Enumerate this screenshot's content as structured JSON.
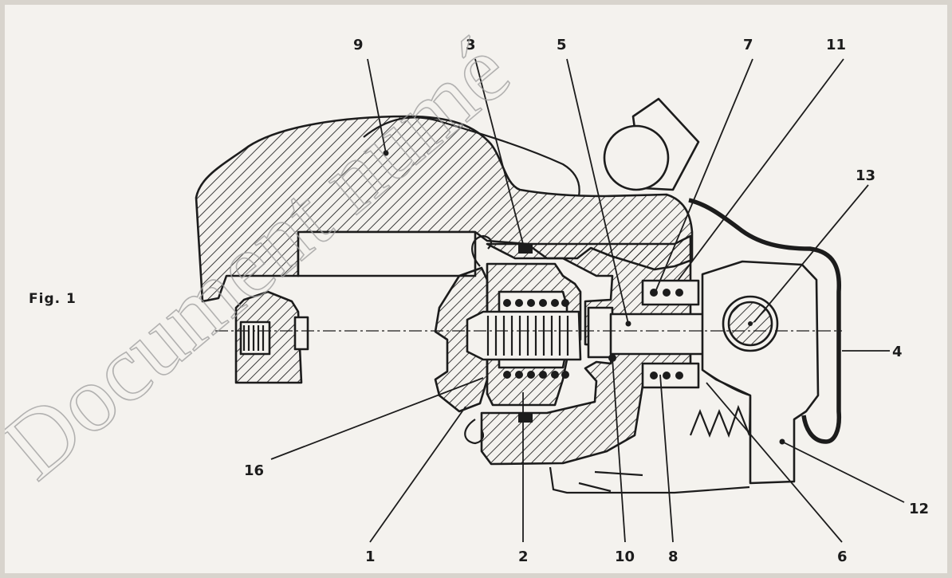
{
  "figure": {
    "label": "Fig. 1",
    "watermark": "Document numé",
    "callouts": [
      "9",
      "3",
      "5",
      "7",
      "11",
      "13",
      "4",
      "12",
      "6",
      "8",
      "10",
      "2",
      "1",
      "16"
    ]
  },
  "colors": {
    "paper": "#f4f2ee",
    "ink": "#1c1c1c",
    "border": "#d8d4cd",
    "watermark": "#9c9c9c"
  }
}
